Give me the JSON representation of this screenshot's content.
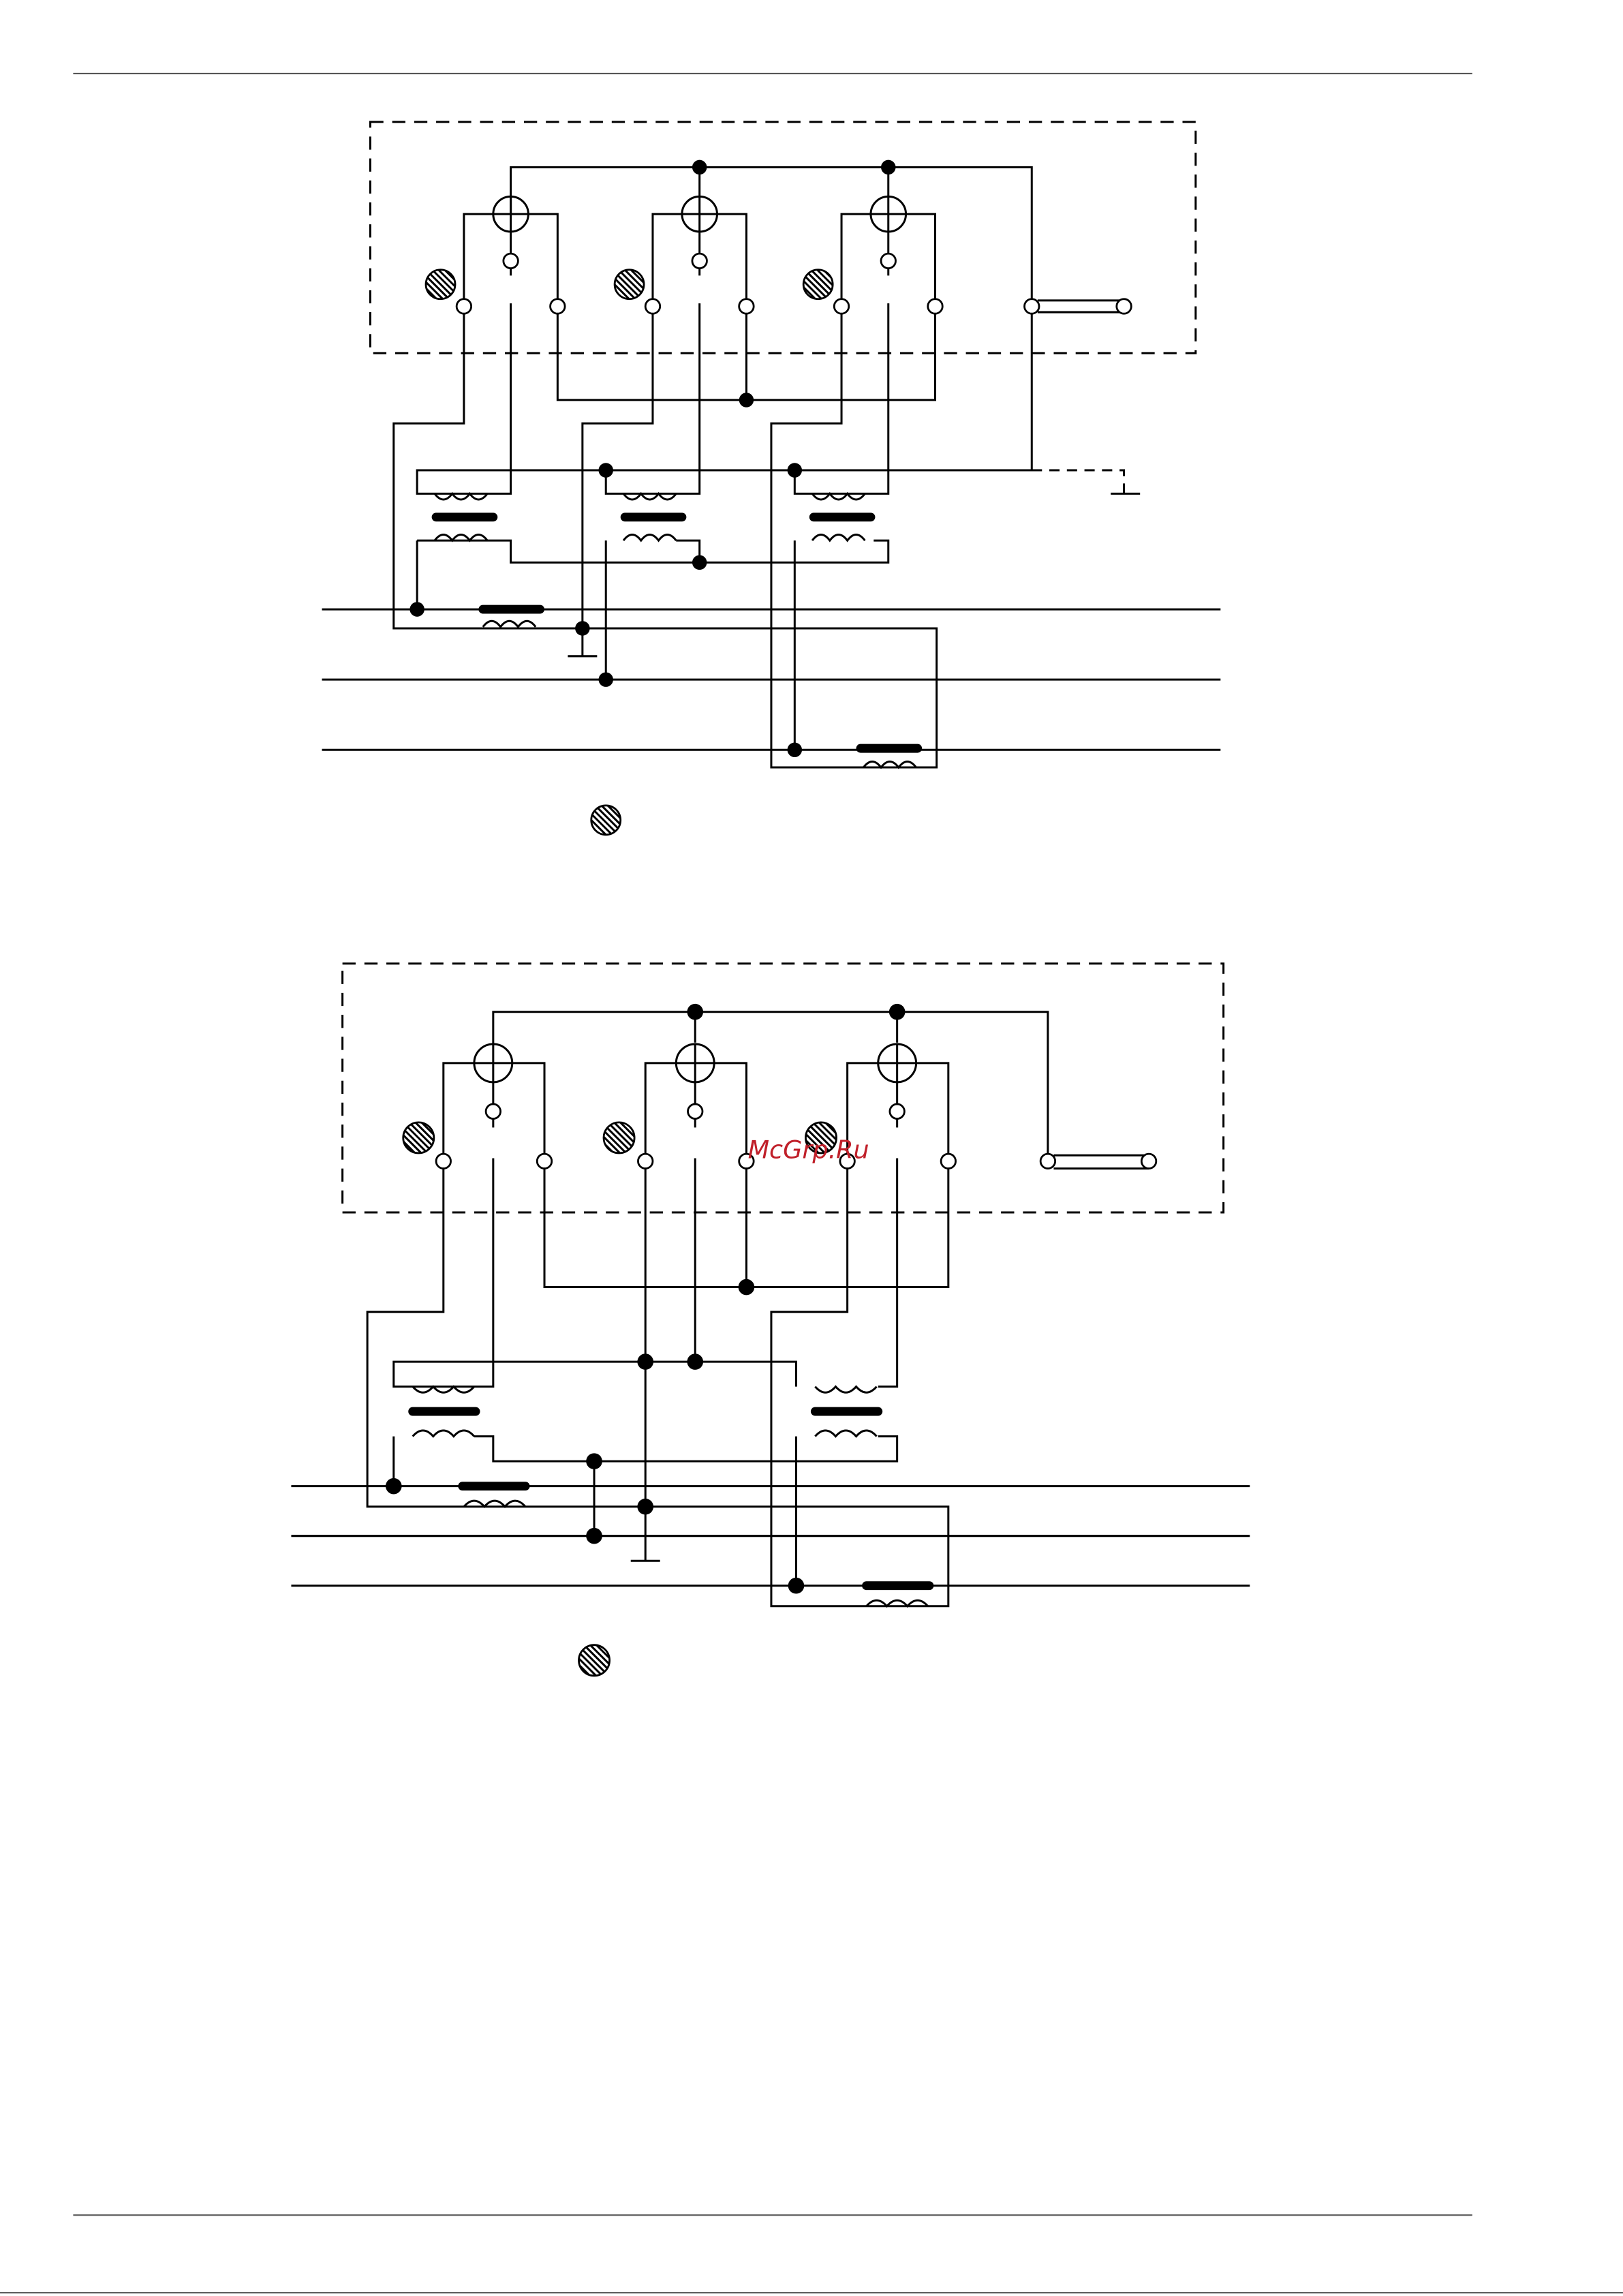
{
  "page": {
    "watermark": "McGrp.Ru",
    "watermark_color": "#c0202a",
    "line_color": "#000000",
    "rule_color": "#555555",
    "background": "#ffffff"
  },
  "diagrams": [
    {
      "name": "wiring-diagram-1",
      "description_visible": false,
      "components": [
        "meter-enclosure",
        "three-measuring-elements",
        "three-voltage-transformers",
        "three-current-transformers",
        "three-phase-lines",
        "ground-symbol",
        "seal-symbols"
      ]
    },
    {
      "name": "wiring-diagram-2",
      "description_visible": false,
      "components": [
        "meter-enclosure",
        "three-measuring-elements",
        "two-voltage-transformers",
        "two-current-transformers",
        "three-phase-lines",
        "ground-symbol",
        "seal-symbols"
      ]
    }
  ]
}
